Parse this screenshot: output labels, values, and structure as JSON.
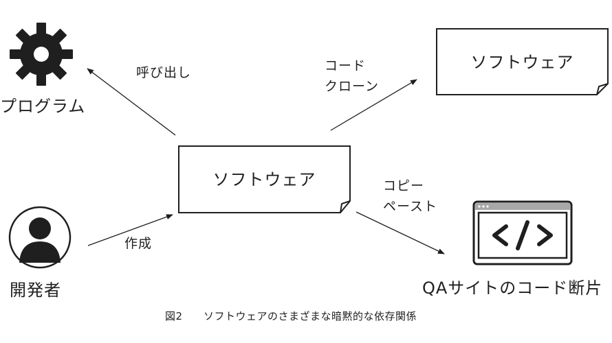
{
  "nodes": {
    "center": {
      "label": "ソフトウェア"
    },
    "program": {
      "label": "プログラム",
      "icon": "gear-icon"
    },
    "developer": {
      "label": "開発者",
      "icon": "person-icon"
    },
    "clone": {
      "label": "ソフトウェア"
    },
    "qa": {
      "label": "QAサイトのコード断片",
      "icon": "code-window-icon"
    }
  },
  "edges": {
    "call": {
      "label": "呼び出し"
    },
    "create": {
      "label": "作成"
    },
    "clone": {
      "label_line1": "コード",
      "label_line2": "クローン"
    },
    "copy": {
      "label_line1": "コピー",
      "label_line2": "ペースト"
    }
  },
  "caption": {
    "figure": "図2",
    "text": "ソフトウェアのさまざまな暗黙的な依存関係"
  },
  "colors": {
    "ink": "#1f1f1f",
    "background": "#ffffff",
    "window_bar": "#a8a8a8"
  }
}
